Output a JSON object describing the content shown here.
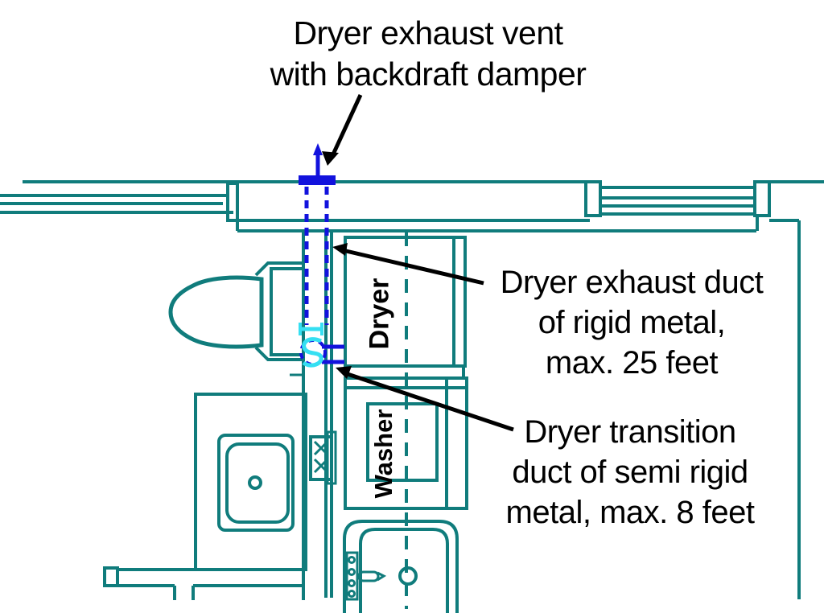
{
  "annotations": {
    "vent_label": {
      "line1": "Dryer exhaust vent",
      "line2": "with backdraft damper"
    },
    "exhaust_duct_label": {
      "line1": "Dryer exhaust duct",
      "line2": "of rigid metal,",
      "line3": "max. 25 feet"
    },
    "transition_duct_label": {
      "line1": "Dryer transition",
      "line2": "duct of semi rigid",
      "line3": "metal, max. 8 feet"
    }
  },
  "floorplan": {
    "appliances": {
      "dryer": "Dryer",
      "washer": "Washer"
    }
  },
  "colors": {
    "plan_line": "#107c7c",
    "rigid_duct_blue": "#1212dd",
    "flex_duct_cyan": "#35dff2",
    "annotation_text": "#000000",
    "background": "#ffffff"
  }
}
